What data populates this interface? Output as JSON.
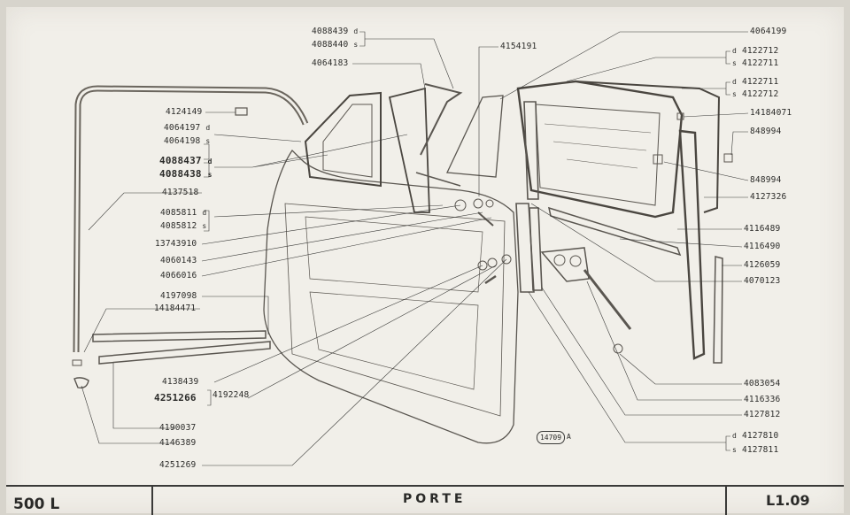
{
  "labels_left": [
    {
      "code": "4124149"
    },
    {
      "codes": [
        "4064197",
        "4064198"
      ],
      "side": [
        "d",
        "s"
      ]
    },
    {
      "codes": [
        "4088437",
        "4088438"
      ],
      "side": [
        "d",
        "s"
      ]
    },
    {
      "code": "4137518"
    },
    {
      "codes": [
        "4085811",
        "4085812"
      ],
      "side": [
        "d",
        "s"
      ]
    },
    {
      "code": "13743910"
    },
    {
      "code": "4060143"
    },
    {
      "code": "4066016"
    },
    {
      "code": "4197098"
    },
    {
      "code": "14184471"
    },
    {
      "code": "4138439"
    },
    {
      "code": "4251266"
    },
    {
      "code": "4192248"
    },
    {
      "code": "4190037"
    },
    {
      "code": "4146389"
    },
    {
      "code": "4251269"
    }
  ],
  "labels_top": [
    {
      "codes": [
        "4088439",
        "4088440"
      ],
      "side": [
        "d",
        "s"
      ]
    },
    {
      "code": "4064183"
    },
    {
      "code": "4154191"
    }
  ],
  "labels_right": [
    {
      "code": "4064199"
    },
    {
      "codes": [
        "4122712",
        "4122711"
      ],
      "side": [
        "d",
        "s"
      ]
    },
    {
      "codes": [
        "4122711",
        "4122712"
      ],
      "side": [
        "d",
        "s"
      ]
    },
    {
      "code": "14184071"
    },
    {
      "code": "848994"
    },
    {
      "code": "848994"
    },
    {
      "code": "4127326"
    },
    {
      "code": "4116489"
    },
    {
      "code": "4116490"
    },
    {
      "code": "4126059"
    },
    {
      "code": "4070123"
    },
    {
      "code": "4083054"
    },
    {
      "code": "4116336"
    },
    {
      "code": "4127812"
    },
    {
      "codes": [
        "4127810",
        "4127811"
      ],
      "side": [
        "d",
        "s"
      ]
    }
  ],
  "stamp": {
    "number": "14709",
    "suffix": "A"
  },
  "footer": {
    "left": "500 L",
    "title": "PORTE",
    "ref": "L1.09"
  },
  "colors": {
    "paper": "#f1efe9",
    "ink": "#2a2a28"
  }
}
